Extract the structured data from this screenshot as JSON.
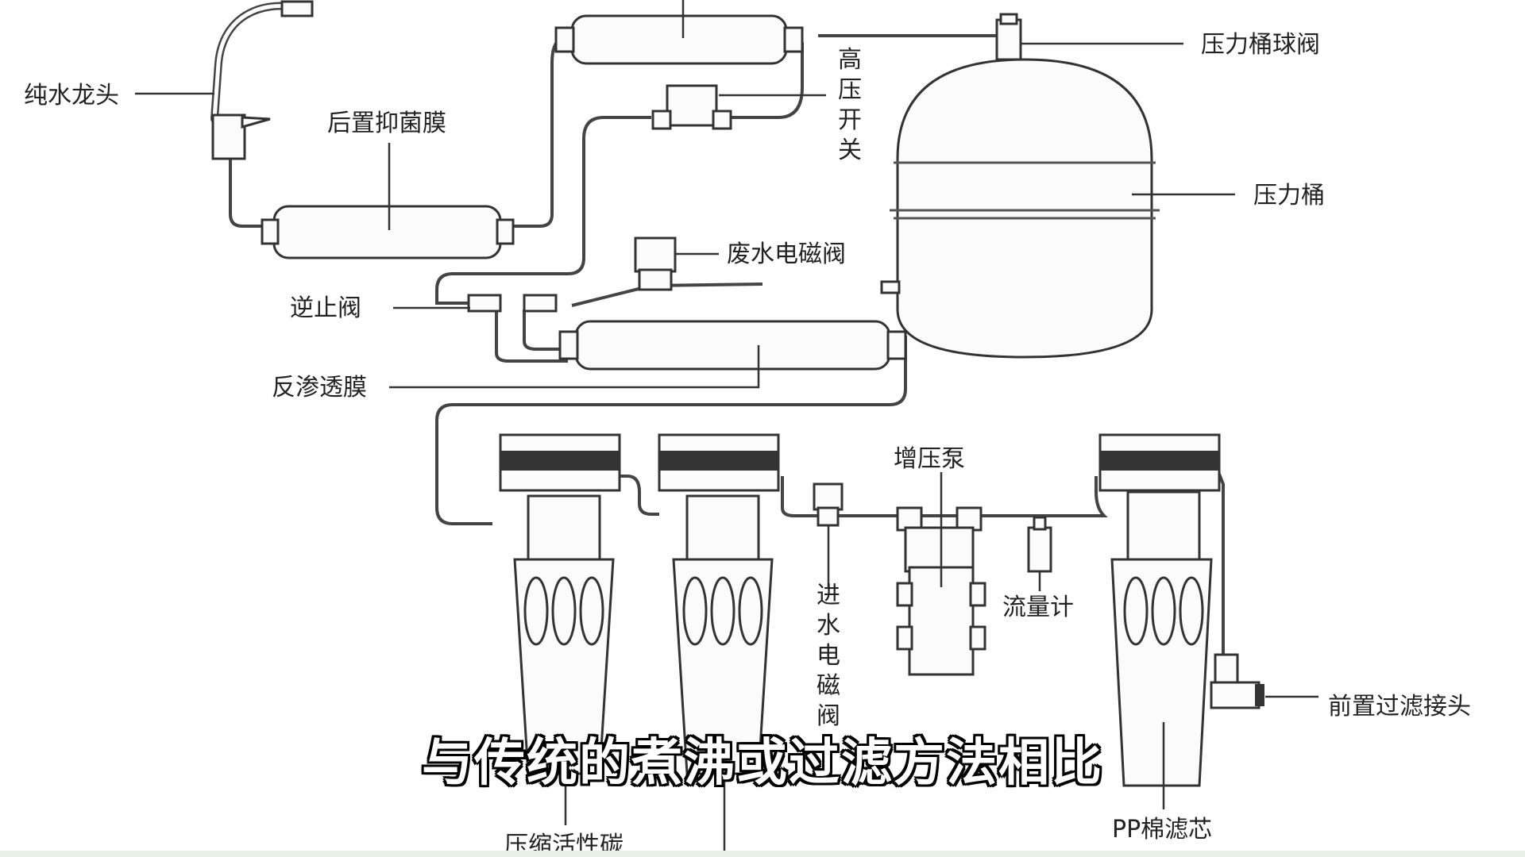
{
  "diagram": {
    "labels": {
      "pure_water_faucet": "纯水龙头",
      "post_antibacterial_membrane": "后置抑菌膜",
      "high_pressure_switch": [
        "高",
        "压",
        "开",
        "关"
      ],
      "pressure_tank_ball_valve": "压力桶球阀",
      "pressure_tank": "压力桶",
      "waste_water_solenoid_valve": "废水电磁阀",
      "check_valve": "逆止阀",
      "ro_membrane": "反渗透膜",
      "booster_pump": "增压泵",
      "inlet_solenoid_valve": [
        "进",
        "水",
        "电",
        "磁",
        "阀"
      ],
      "flow_meter": "流量计",
      "pre_filter_connector": "前置过滤接头",
      "compressed_activated_carbon": "压缩活性碳",
      "pp_cotton_filter": "PP棉滤芯"
    }
  },
  "subtitle": "与传统的煮沸或过滤方法相比",
  "colors": {
    "line": "#333333",
    "subtitle_fill": "#ffffff",
    "subtitle_outline": "#000000"
  }
}
